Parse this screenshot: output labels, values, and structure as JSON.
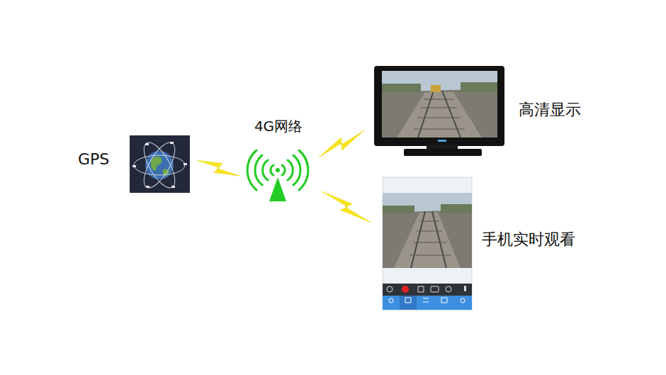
{
  "diagram": {
    "nodes": [
      {
        "text": [
          "GPS"
        ]
      },
      {
        "text": [
          "4G网络"
        ]
      },
      {
        "text": [
          "高清显示"
        ]
      },
      {
        "text": [
          "手机实时观看"
        ]
      }
    ],
    "edges": [
      {
        "from": 0,
        "to": 1,
        "arrow": "none"
      },
      {
        "from": 1,
        "to": 2,
        "arrow": "none"
      },
      {
        "from": 1,
        "to": 3,
        "arrow": "none"
      }
    ]
  }
}
